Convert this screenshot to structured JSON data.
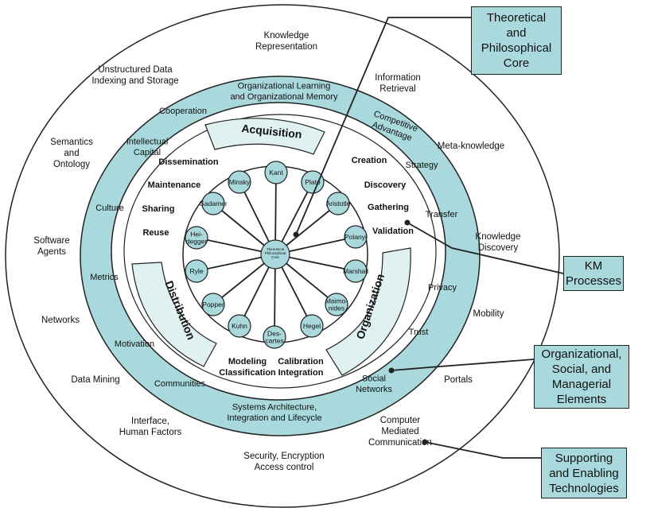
{
  "outer_labels": [
    {
      "name": "knowledge-representation",
      "text": "Knowledge\nRepresentation"
    },
    {
      "name": "unstructured-data",
      "text": "Unstructured Data\nIndexing and Storage"
    },
    {
      "name": "information-retrieval",
      "text": "Information\nRetrieval"
    },
    {
      "name": "semantics-ontology",
      "text": "Semantics\nand\nOntology"
    },
    {
      "name": "meta-knowledge",
      "text": "Meta-knowledge"
    },
    {
      "name": "software-agents",
      "text": "Software\nAgents"
    },
    {
      "name": "knowledge-discovery",
      "text": "Knowledge\nDiscovery"
    },
    {
      "name": "networks",
      "text": "Networks"
    },
    {
      "name": "mobility",
      "text": "Mobility"
    },
    {
      "name": "data-mining",
      "text": "Data Mining"
    },
    {
      "name": "portals",
      "text": "Portals"
    },
    {
      "name": "interface-human-factors",
      "text": "Interface,\nHuman Factors"
    },
    {
      "name": "computer-mediated-communication",
      "text": "Computer\nMediated\nCommunication"
    },
    {
      "name": "security-encryption",
      "text": "Security, Encryption\nAccess control"
    }
  ],
  "ring_labels": [
    {
      "name": "organizational-learning",
      "text": "Organizational Learning\nand Organizational Memory"
    },
    {
      "name": "cooperation",
      "text": "Cooperation"
    },
    {
      "name": "competitive-advantage",
      "text": "Competitive\nAdvantage"
    },
    {
      "name": "intellectual-capital",
      "text": "Intellectual\nCapital"
    },
    {
      "name": "strategy",
      "text": "Strategy"
    },
    {
      "name": "culture",
      "text": "Culture"
    },
    {
      "name": "transfer",
      "text": "Transfer"
    },
    {
      "name": "metrics",
      "text": "Metrics"
    },
    {
      "name": "privacy",
      "text": "Privacy"
    },
    {
      "name": "trust",
      "text": "Trust"
    },
    {
      "name": "motivation",
      "text": "Motivation"
    },
    {
      "name": "communities",
      "text": "Communities"
    },
    {
      "name": "social-networks",
      "text": "Social\nNetworks"
    },
    {
      "name": "systems-architecture",
      "text": "Systems Architecture,\nIntegration and Lifecycle"
    }
  ],
  "process_labels": [
    {
      "name": "dissemination",
      "text": "Dissemination"
    },
    {
      "name": "creation",
      "text": "Creation"
    },
    {
      "name": "maintenance",
      "text": "Maintenance"
    },
    {
      "name": "discovery",
      "text": "Discovery"
    },
    {
      "name": "sharing",
      "text": "Sharing"
    },
    {
      "name": "gathering",
      "text": "Gathering"
    },
    {
      "name": "reuse",
      "text": "Reuse"
    },
    {
      "name": "validation",
      "text": "Validation"
    },
    {
      "name": "modeling-classification",
      "text": "Modeling\nClassification"
    },
    {
      "name": "calibration-integration",
      "text": "Calibration\nIntegration"
    }
  ],
  "arc_labels": {
    "acquisition": "Acquisition",
    "distribution": "Distribution",
    "organization": "Organization"
  },
  "philosophers": [
    "Kant",
    "Plato",
    "Aristotle",
    "Polanyi",
    "Marshall",
    "Maimo-\nnides",
    "Hegel",
    "Des-\ncartes",
    "Kuhn",
    "Popper",
    "Ryle",
    "Hei-\ndegger",
    "Gadamer",
    "Minsky"
  ],
  "center_label": "Theoretical\nPhilosophical\nCore",
  "callouts": [
    {
      "name": "callout-theoretical-core",
      "text": "Theoretical\nand\nPhilosophical\nCore"
    },
    {
      "name": "callout-km-processes",
      "text": "KM\nProcesses"
    },
    {
      "name": "callout-organizational-elements",
      "text": "Organizational,\nSocial, and\nManagerial\nElements"
    },
    {
      "name": "callout-supporting-technologies",
      "text": "Supporting\nand Enabling\nTechnologies"
    }
  ],
  "colors": {
    "ring_fill": "#a9d9dc",
    "arc_fill": "#dff1f1",
    "node_fill": "#a9d9dc",
    "stroke": "#222222",
    "callout_fill": "#a9d9dc"
  }
}
